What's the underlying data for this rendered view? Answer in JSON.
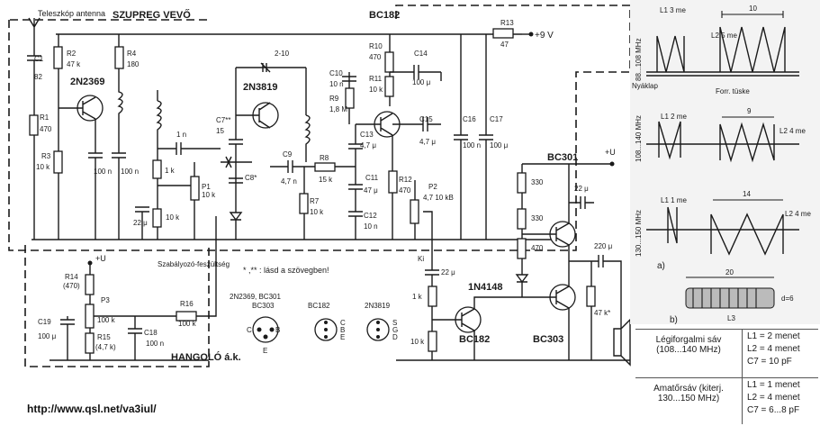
{
  "title": "SZUPREG VEVŐ",
  "antenna_label": "Teleszkóp antenna",
  "supply_label": "+9 V",
  "tuner_label": "HANGOLÓ á.k.",
  "regulator_label": "Szabályozó-feszültség",
  "note_label": "* ,** : lásd a szövegben!",
  "ut_label": "+U",
  "transistors": {
    "t1": "2N2369",
    "t2": "2N3819",
    "bc182_top": "BC182",
    "bc301": "BC301",
    "bc182_bottom": "BC182",
    "bc303": "BC303",
    "diode": "1N4148"
  },
  "components": [
    {
      "id": "C1",
      "value": "82"
    },
    {
      "id": "R2",
      "value": "47 k"
    },
    {
      "id": "R4",
      "value": "180"
    },
    {
      "id": "R1",
      "value": "470"
    },
    {
      "id": "R3",
      "value": "10 k"
    },
    {
      "id": "C2",
      "value": "100 n"
    },
    {
      "id": "C3",
      "value": "100 n"
    },
    {
      "id": "C4",
      "value": "1 n"
    },
    {
      "id": "R5",
      "value": "1 k"
    },
    {
      "id": "P1",
      "value": "10 k"
    },
    {
      "id": "C5",
      "value": "22 μ"
    },
    {
      "id": "R6",
      "value": "10 k"
    },
    {
      "id": "C6",
      "value": "2-10"
    },
    {
      "id": "C7**",
      "value": "15"
    },
    {
      "id": "C8*",
      "value": ""
    },
    {
      "id": "C9",
      "value": "4,7 n"
    },
    {
      "id": "R8",
      "value": "15 k"
    },
    {
      "id": "R7",
      "value": "10 k"
    },
    {
      "id": "R10",
      "value": "470"
    },
    {
      "id": "R11",
      "value": "10 k"
    },
    {
      "id": "C14",
      "value": "100 μ"
    },
    {
      "id": "C10",
      "value": "10 n"
    },
    {
      "id": "R9",
      "value": "1,8 M"
    },
    {
      "id": "C13",
      "value": "4,7 μ"
    },
    {
      "id": "C15",
      "value": "4,7 μ"
    },
    {
      "id": "C16",
      "value": "100 n"
    },
    {
      "id": "C17",
      "value": "100 μ"
    },
    {
      "id": "R13",
      "value": "47"
    },
    {
      "id": "R12",
      "value": "470"
    },
    {
      "id": "P2",
      "value": "4,7 10 kB"
    },
    {
      "id": "C11",
      "value": "47 μ"
    },
    {
      "id": "C12",
      "value": "10 n"
    },
    {
      "id": "R14",
      "value": "(470)"
    },
    {
      "id": "P3",
      "value": "100 k"
    },
    {
      "id": "R15",
      "value": "(4,7 k)"
    },
    {
      "id": "C19",
      "value": "100 μ"
    },
    {
      "id": "C18",
      "value": "100 n"
    },
    {
      "id": "R16",
      "value": "100 k"
    }
  ],
  "audio": {
    "r330a": "330",
    "r330b": "330",
    "r470": "470",
    "c22a": "22 μ",
    "c220": "220 μ",
    "c22b": "22 μ",
    "r1k": "1 k",
    "r10k": "10 k",
    "r47k": "47 k*",
    "ki": "Ki"
  },
  "pinouts": {
    "group1_title": "2N2369, BC301",
    "group1_sub": "BC303",
    "group1_pins": [
      "C",
      "B",
      "E"
    ],
    "group2_title": "BC182",
    "group2_pins": [
      "C",
      "B",
      "E"
    ],
    "group3_title": "2N3819",
    "group3_pins": [
      "S",
      "G",
      "D"
    ]
  },
  "coils": {
    "band1": "88...108 MHz",
    "band1_l1": "L1 3 me",
    "band1_l2": "L2 5 me",
    "band1_dim": "10",
    "nyaklap": "Nyáklap",
    "forr": "Forr. tüske",
    "band2": "108...140 MHz",
    "band2_l1": "L1 2 me",
    "band2_l2": "L2 4 me",
    "band2_dim": "9",
    "band3": "130...150 MHz",
    "band3_l1": "L1 1 me",
    "band3_l2": "L2 4 me",
    "band3_dim": "14",
    "label_a": "a)",
    "label_b": "b)",
    "l3": "L3",
    "dim_20": "20",
    "dim_d": "d=6"
  },
  "table": {
    "row1_left": "Légiforgalmi sáv (108...140 MHz)",
    "row1_right": [
      "L1 = 2 menet",
      "L2 = 4 menet",
      "C7 = 10 pF"
    ],
    "row2_left": "Amatőrsáv (kiterj. 130...150 MHz)",
    "row2_right": [
      "L1 = 1 menet",
      "L2 = 4 menet",
      "C7 = 6...8 pF"
    ]
  },
  "url": "http://www.qsl.net/va3iul/"
}
